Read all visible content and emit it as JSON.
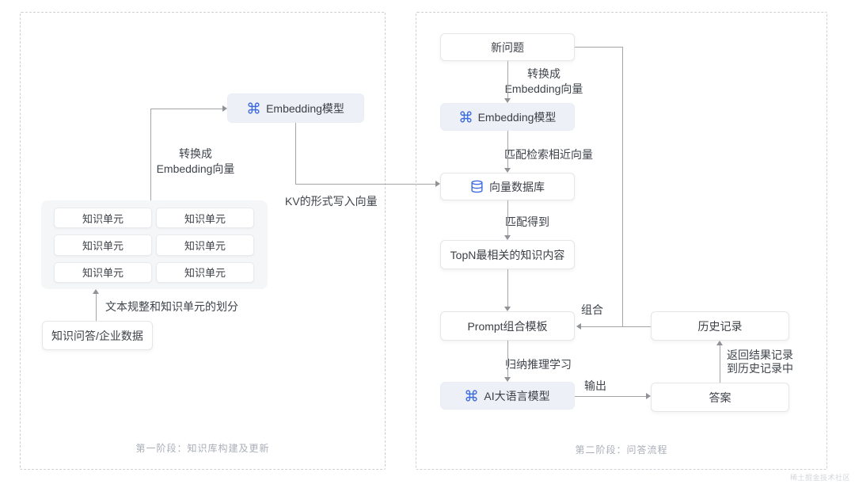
{
  "colors": {
    "accent": "#3D6BE0",
    "node_tint_bg": "#EDF1F7",
    "node_border": "#E4E6EA",
    "line": "#A3A5A8",
    "text": "#3C4046",
    "caption": "#A9AEB8"
  },
  "icons": {
    "model": "command-icon",
    "database": "database-icon"
  },
  "watermark": "稀土掘金技术社区",
  "stage1": {
    "caption": "第一阶段：知识库构建及更新",
    "nodes": {
      "embedding": "Embedding模型",
      "source": "知识问答/企业数据"
    },
    "units": [
      "知识单元",
      "知识单元",
      "知识单元",
      "知识单元",
      "知识单元",
      "知识单元"
    ],
    "labels": {
      "convert_1": "转换成",
      "convert_2": "Embedding向量",
      "kv": "KV的形式写入向量",
      "split": "文本规整和知识单元的划分"
    }
  },
  "stage2": {
    "caption": "第二阶段：问答流程",
    "nodes": {
      "question": "新问题",
      "embedding": "Embedding模型",
      "vector_db": "向量数据库",
      "topn": "TopN最相关的知识内容",
      "prompt": "Prompt组合模板",
      "llm": "AI大语言模型",
      "history": "历史记录",
      "answer": "答案"
    },
    "labels": {
      "convert_1": "转换成",
      "convert_2": "Embedding向量",
      "match_search": "匹配检索相近向量",
      "match_get": "匹配得到",
      "combine": "组合",
      "reasoning": "归纳推理学习",
      "output": "输出",
      "record_1": "返回结果记录",
      "record_2": "到历史记录中"
    }
  }
}
